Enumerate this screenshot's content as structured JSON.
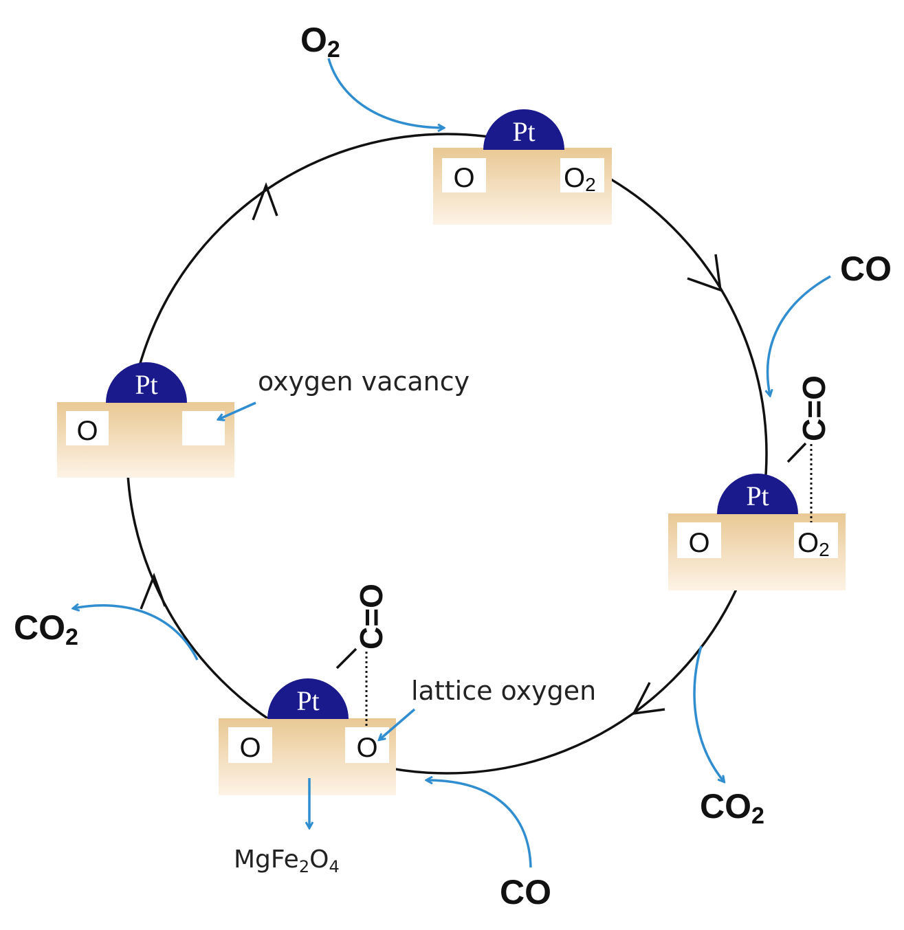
{
  "colors": {
    "cycle": "#111111",
    "reaction_arrow": "#2f8dd0",
    "pt_atom": "#1a1a8c",
    "support_top": "#e9c894",
    "support_bottom": "#fdf3e6"
  },
  "labels": {
    "metal": "Pt",
    "lattice_o": "O",
    "o2_base": "O",
    "o2_sub": "2",
    "co": "CO",
    "co2_base": "CO",
    "co2_sub": "2",
    "co_bond": "C=O",
    "oxygen_vacancy": "oxygen vacancy",
    "lattice_oxygen": "lattice oxygen",
    "support_main": "MgFe",
    "support_sub1": "2",
    "support_o": "O",
    "support_sub2": "4"
  }
}
